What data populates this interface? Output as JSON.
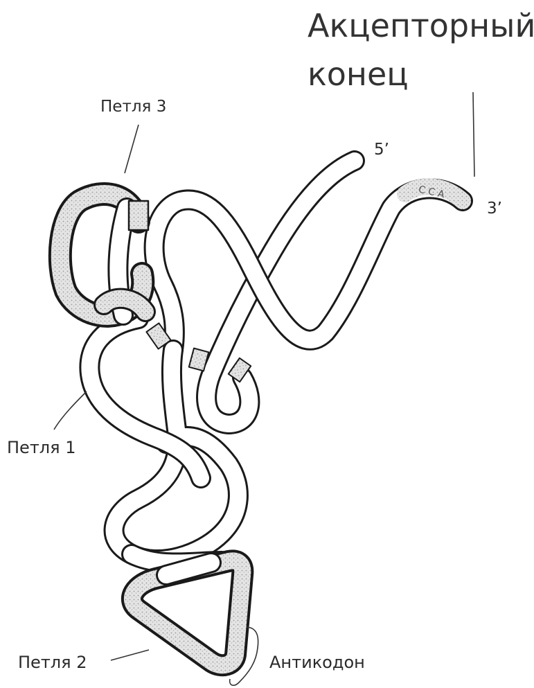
{
  "labels": {
    "acceptor_line1": "Акцепторный",
    "acceptor_line2": "конец",
    "loop3": "Петля 3",
    "loop1": "Петля 1",
    "loop2": "Петля 2",
    "anticodon": "Антикодон",
    "end5": "5’",
    "end3": "3’",
    "cca": "C C A"
  },
  "colors": {
    "outline": "#1a1a1a",
    "tube_fill": "#ffffff",
    "loop_fill": "#dcdcdc"
  }
}
